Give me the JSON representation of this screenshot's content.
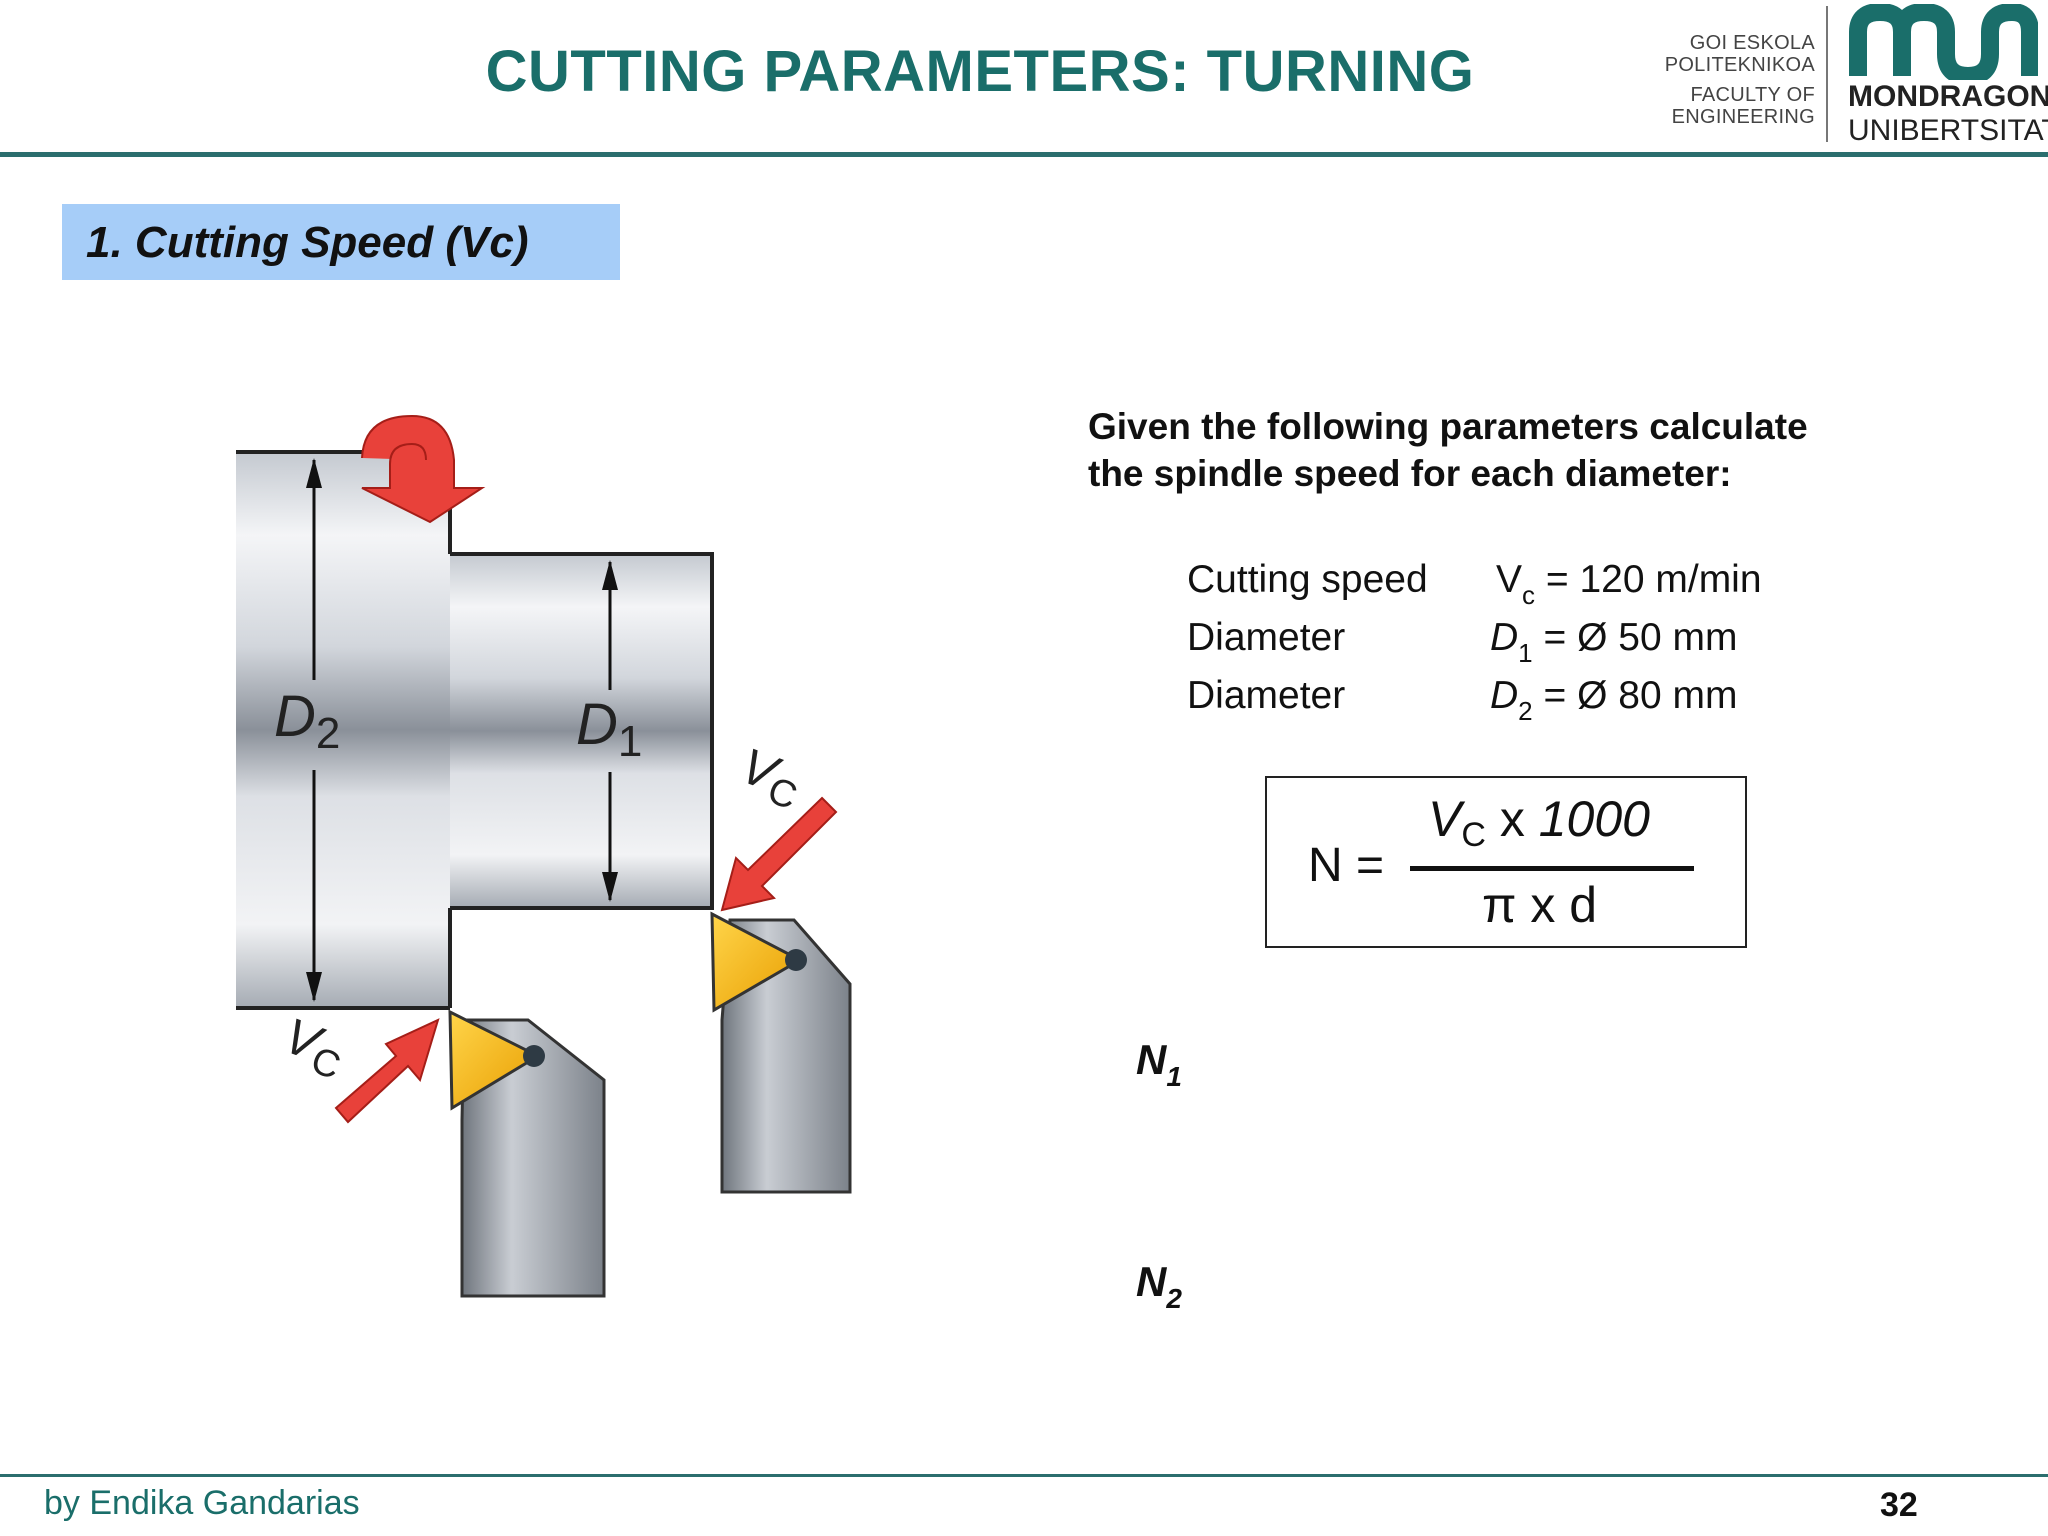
{
  "header": {
    "title": "CUTTING PARAMETERS: TURNING",
    "logo": {
      "line1": "GOI ESKOLA",
      "line2": "POLITEKNIKOA",
      "line3": "FACULTY OF",
      "line4": "ENGINEERING",
      "brand1": "MONDRAGON",
      "brand2": "UNIBERTSITATEA",
      "color": "#1a6e6a"
    }
  },
  "section": {
    "label": "1. Cutting Speed (Vc)",
    "color": "#a6cdf8"
  },
  "diagram": {
    "labels": {
      "d2": "D",
      "d2_sub": "2",
      "d1": "D",
      "d1_sub": "1",
      "vc_top": "V",
      "vc_top_sub": "C",
      "vc_bottom": "V",
      "vc_bottom_sub": "C"
    },
    "colors": {
      "arrow": "#e8413a",
      "insert": "#f5b800",
      "steel": "#9aa0a8"
    }
  },
  "prompt": {
    "line1": "Given the following parameters calculate",
    "line2": "the spindle speed for each diameter:"
  },
  "params": [
    {
      "label": "Cutting speed",
      "symbol": "V",
      "sub": "c",
      "value": " = 120 m/min"
    },
    {
      "label": "Diameter",
      "symbol": "D",
      "sub": "1",
      "value": " = Ø 50 mm"
    },
    {
      "label": "Diameter",
      "symbol": "D",
      "sub": "2",
      "value": " = Ø 80 mm"
    }
  ],
  "formula": {
    "lhs": "N =",
    "num_symbol": "V",
    "num_sub": "C",
    "num_rest": " x ",
    "num_const": "1000",
    "den": "π x d"
  },
  "answers": [
    {
      "symbol": "N",
      "sub": "1"
    },
    {
      "symbol": "N",
      "sub": "2"
    }
  ],
  "footer": {
    "author": "by Endika Gandarias",
    "page": "32"
  }
}
